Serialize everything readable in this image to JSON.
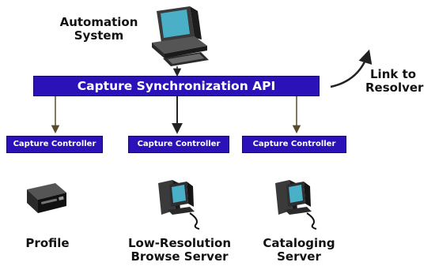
{
  "automation_system": {
    "label_line1": "Automation",
    "label_line2": "System"
  },
  "api": {
    "label": "Capture Synchronization API"
  },
  "resolver": {
    "label_line1": "Link to",
    "label_line2": "Resolver"
  },
  "controllers": [
    {
      "label": "Capture Controller"
    },
    {
      "label": "Capture Controller"
    },
    {
      "label": "Capture Controller"
    }
  ],
  "devices": [
    {
      "label_line1": "Profile",
      "label_line2": ""
    },
    {
      "label_line1": "Low-Resolution",
      "label_line2": "Browse Server"
    },
    {
      "label_line1": "Cataloging",
      "label_line2": "Server"
    }
  ],
  "colors": {
    "bar_fill": "#2a12b8",
    "bar_text": "#ffffff",
    "arrow": "#222222",
    "arrow_brown": "#5a4a2a"
  },
  "icons": {
    "automation": "workstation-icon",
    "profile": "video-recorder-icon",
    "servers": "server-workstation-icon"
  }
}
